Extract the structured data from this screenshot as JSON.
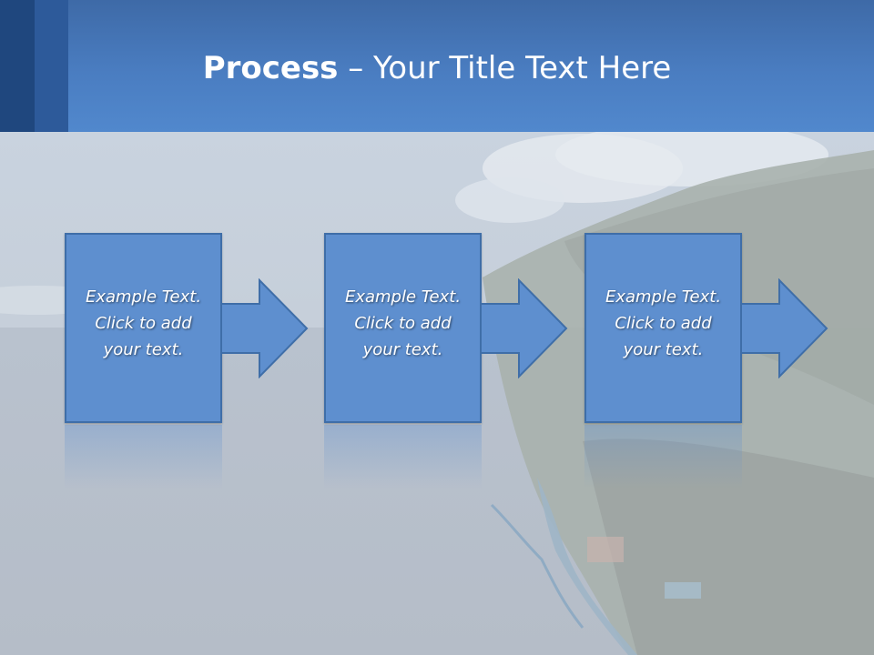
{
  "slide": {
    "title_bold": "Process",
    "title_rest": " – Your Title Text Here",
    "steps": [
      {
        "line1": "Example Text.",
        "line2": "Click  to add",
        "line3": "your text."
      },
      {
        "line1": "Example Text.",
        "line2": "Click  to add",
        "line3": "your text."
      },
      {
        "line1": "Example Text.",
        "line2": "Click  to add",
        "line3": "your text."
      }
    ]
  },
  "colors": {
    "header": "#4a7dc1",
    "header_dark_bar": "#1f477e",
    "box_fill": "#5e8fcf",
    "box_border": "#3f6ea8"
  }
}
